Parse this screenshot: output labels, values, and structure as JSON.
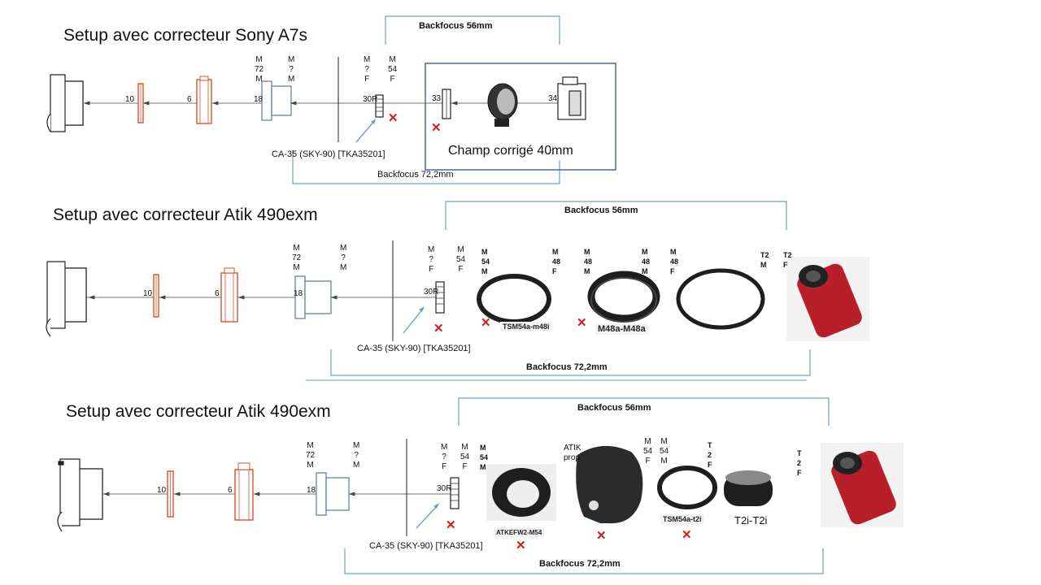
{
  "sections": [
    {
      "title": "Setup avec correcteur Sony A7s",
      "backfocus_top": "Backfocus 56mm",
      "backfocus_bottom": "Backfocus 72,2mm",
      "corrector_label": "CA-35 (SKY-90) [TKA35201]",
      "field_label": "Champ corrigé 40mm",
      "spacer_labels": [
        "10",
        "6",
        "18",
        "30R",
        "33",
        "34"
      ],
      "thread_labels": [
        "M\n72\nM",
        "M\n?\nM",
        "M\n?\nF",
        "M\n54\nF"
      ]
    },
    {
      "title": "Setup avec correcteur Atik 490exm",
      "backfocus_top": "Backfocus 56mm",
      "backfocus_bottom": "Backfocus 72,2mm",
      "corrector_label": "CA-35 (SKY-90) [TKA35201]",
      "spacer_labels": [
        "10",
        "6",
        "18",
        "30R"
      ],
      "thread_labels": [
        "M\n72\nM",
        "M\n?\nM",
        "M\n?\nF",
        "M\n54\nF",
        "M\n54\nM",
        "M\n48\nF",
        "M\n48\nM",
        "M\n48\nM",
        "M\n48\nF",
        "T2\nM",
        "T2\nF"
      ],
      "part_captions": [
        "TSM54a-m48i",
        "M48a-M48a"
      ]
    },
    {
      "title": "Setup avec correcteur Atik 490exm",
      "backfocus_top": "Backfocus 56mm",
      "backfocus_bottom": "Backfocus 72,2mm",
      "corrector_label": "CA-35 (SKY-90) [TKA35201]",
      "spacer_labels": [
        "10",
        "6",
        "18",
        "30R"
      ],
      "thread_labels": [
        "M\n72\nM",
        "M\n?\nM",
        "M\n?\nF",
        "M\n54\nF",
        "M\n54\nM",
        "M\n54\nF",
        "M\n54\nM",
        "T\n2\nF",
        "T\n2\nF"
      ],
      "atik_label": "ATIK\nprop",
      "part_captions": [
        "ATKEFW2-M54",
        "TSM54a-t2i"
      ],
      "t2_label": "T2i-T2i"
    }
  ],
  "colors": {
    "bracket": "#6a9fcf",
    "spacer_red": "#d9532c",
    "spacer_blue": "#6b7fa8",
    "cross": "#d61a1a",
    "box": "#4a6a9a"
  }
}
